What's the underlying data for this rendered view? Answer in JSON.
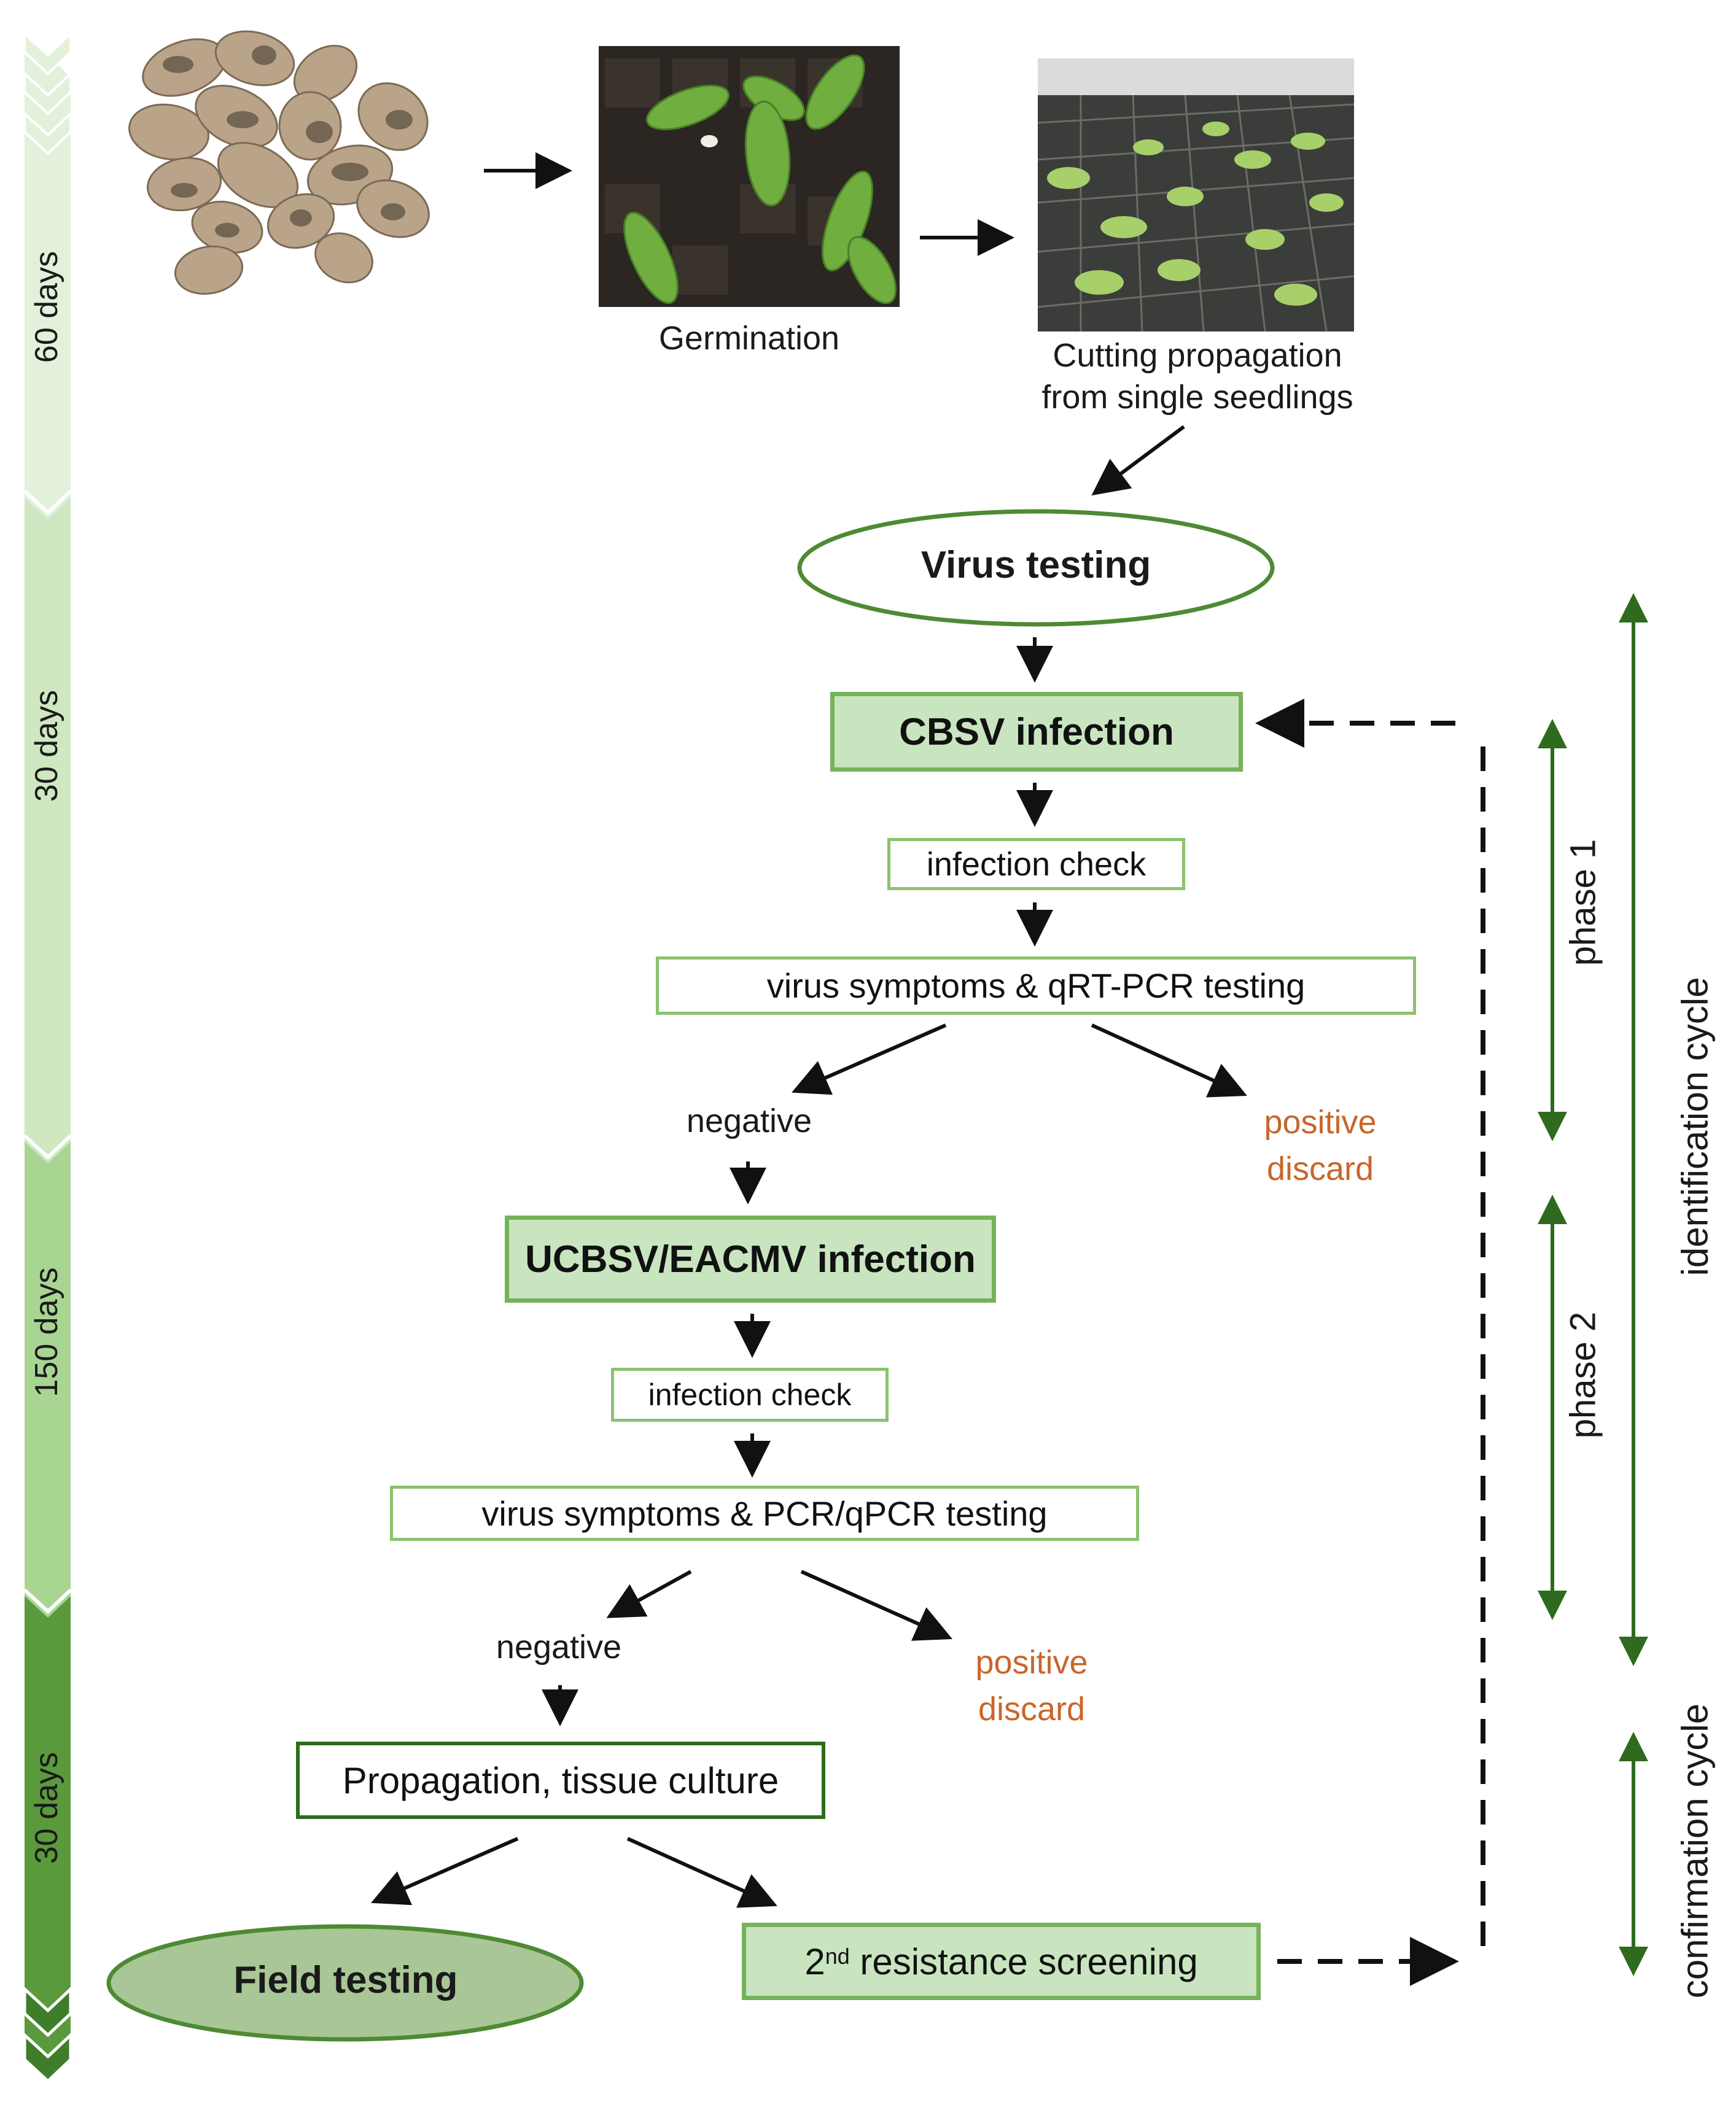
{
  "timeline": {
    "segments": [
      {
        "label": "60 days",
        "color": "#e3f1da"
      },
      {
        "label": "30 days",
        "color": "#cfe8c2"
      },
      {
        "label": "150  days",
        "color": "#a9d593"
      },
      {
        "label": "30 days",
        "color": "#5a9a3c"
      }
    ]
  },
  "photos": {
    "seeds": "cassava-seeds-photo",
    "germination": "germination-photo",
    "cuttings": "cutting-propagation-photo"
  },
  "captions": {
    "germination": "Germination",
    "cutting_line1": "Cutting propagation",
    "cutting_line2": "from single seedlings"
  },
  "flow": {
    "virus_testing": "Virus testing",
    "cbsv_infection": "CBSV infection",
    "infection_check_1": "infection check",
    "symptoms_1": "virus symptoms & qRT-PCR testing",
    "negative_1": "negative",
    "positive_1": "positive",
    "discard_1": "discard",
    "ucbsv_infection": "UCBSV/EACMV infection",
    "infection_check_2": "infection check",
    "symptoms_2": "virus symptoms & PCR/qPCR testing",
    "negative_2": "negative",
    "positive_2": "positive",
    "discard_2": "discard",
    "propagation": "Propagation, tissue culture",
    "field_testing": "Field testing",
    "resistance_prefix": "2",
    "resistance_sup": "nd",
    "resistance_suffix": " resistance screening"
  },
  "phases": {
    "phase1": "phase 1",
    "phase2": "phase 2",
    "identification": "identification cycle",
    "confirmation": "confirmation cycle"
  },
  "colors": {
    "filled_box": "#c9e5c0",
    "filled_border": "#76b25a",
    "dark_green": "#2f6b1f",
    "field_fill": "#a9c796",
    "orange_text": "#c9662a"
  }
}
